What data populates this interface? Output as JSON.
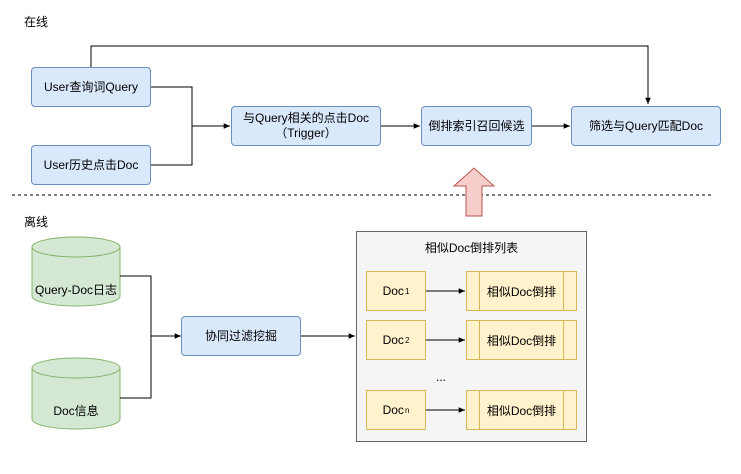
{
  "online_label": "在线",
  "offline_label": "离线",
  "nodes": {
    "user_query": "User查询词Query",
    "user_clicks": "User历史点击Doc",
    "trigger_line1": "与Query相关的点击Doc",
    "trigger_line2": "（Trigger）",
    "inverted_recall": "倒排索引召回候选",
    "filter": "筛选与Query匹配Doc",
    "query_doc_log": "Query-Doc日志",
    "doc_info": "Doc信息",
    "cf_mining": "协同过滤挖掘"
  },
  "list_panel": {
    "title": "相似Doc倒排列表",
    "rows": [
      {
        "doc": "Doc",
        "sub": "1",
        "list": "相似Doc倒排"
      },
      {
        "doc": "Doc",
        "sub": "2",
        "list": "相似Doc倒排"
      },
      {
        "doc": "Doc",
        "sub": "n",
        "list": "相似Doc倒排"
      }
    ],
    "ellipsis": "..."
  },
  "colors": {
    "blue_fill": "#dae8fc",
    "blue_stroke": "#6c8ebf",
    "green_fill": "#d5e8d4",
    "green_stroke": "#82b366",
    "yellow_fill": "#fff2cc",
    "yellow_stroke": "#d6b656",
    "red_fill": "#f8cecc",
    "red_stroke": "#b85450",
    "panel_fill": "#f5f5f5"
  }
}
